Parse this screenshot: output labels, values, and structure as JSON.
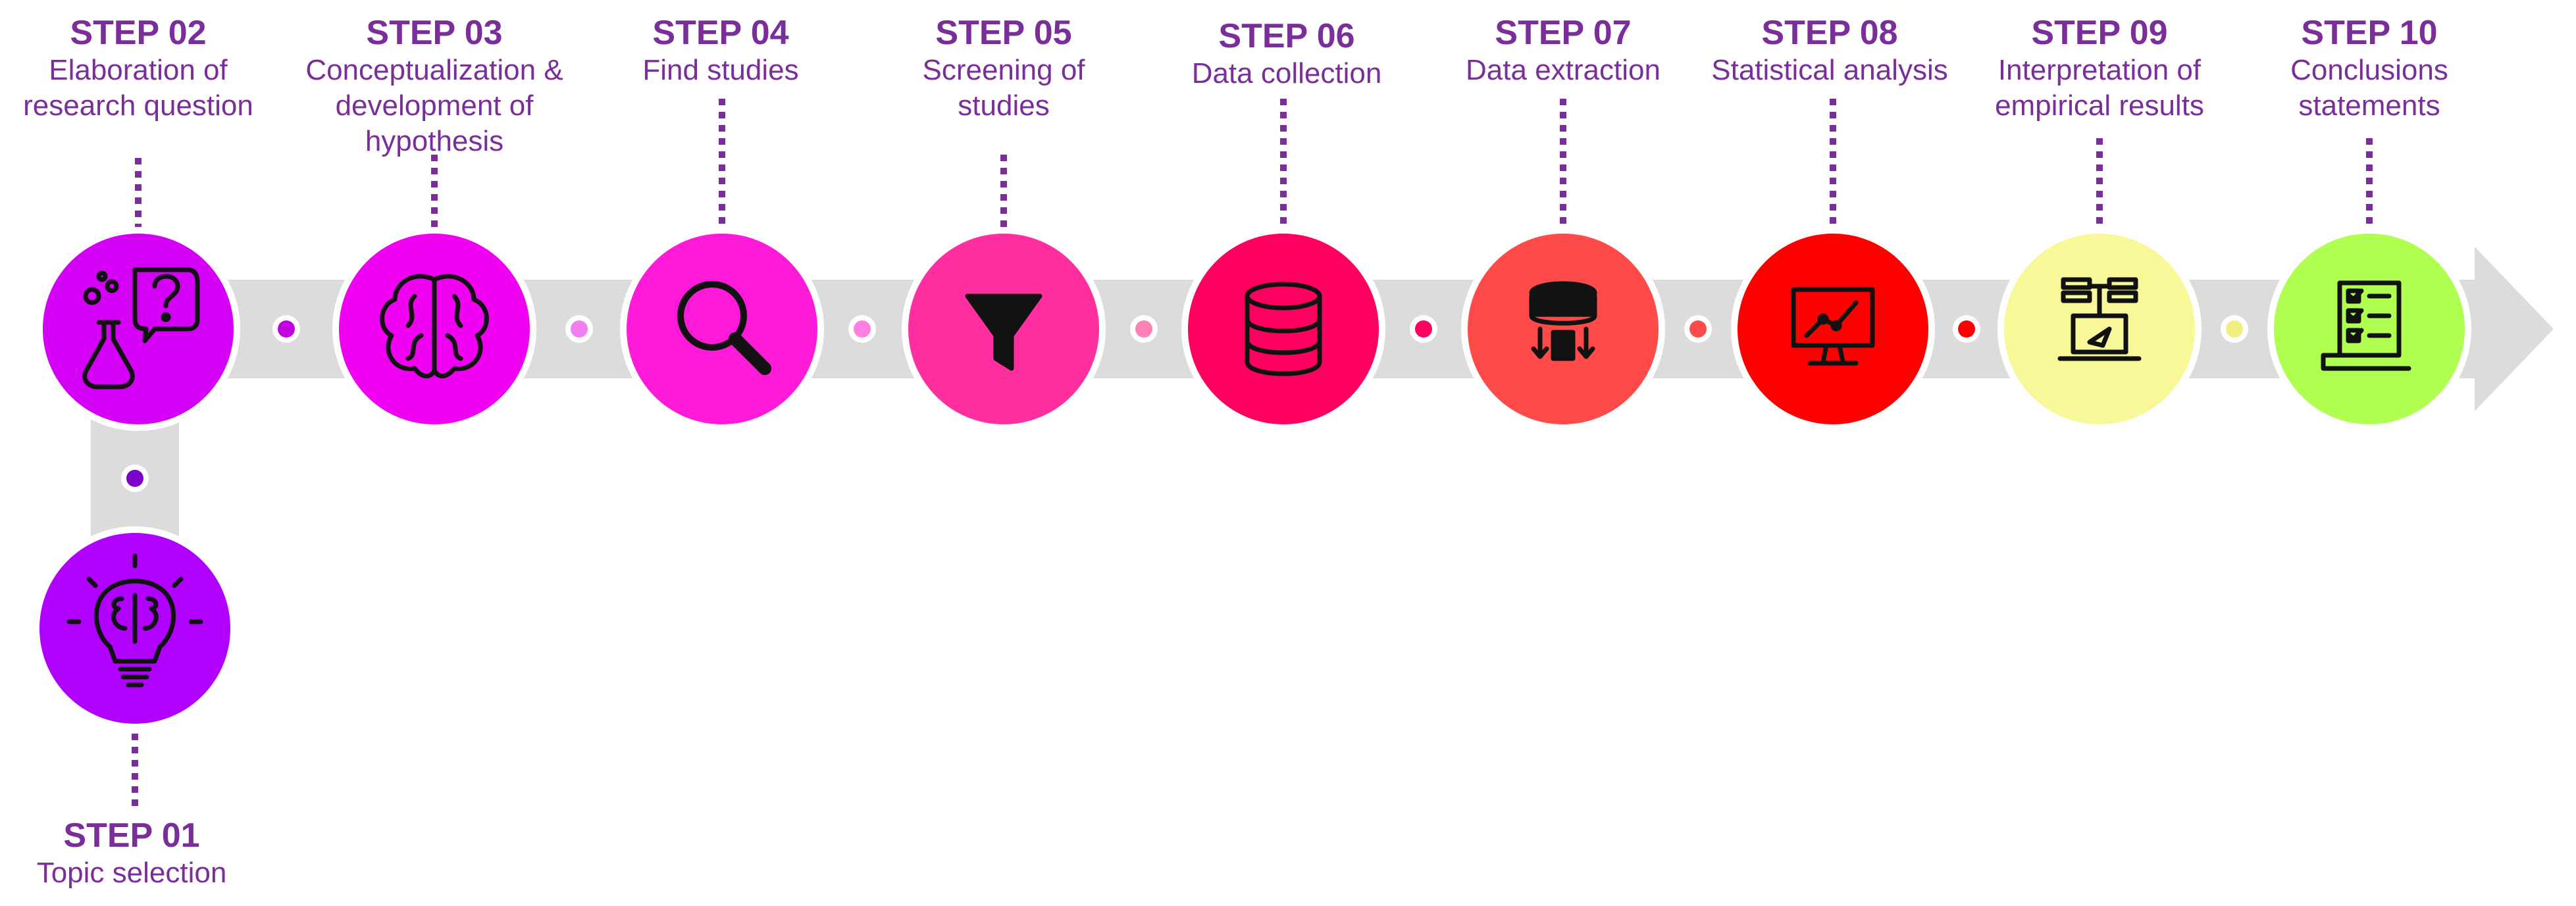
{
  "colors": {
    "arrow": "#dcdcdc",
    "text": "#7a2e9a",
    "connector": "#7a2e9a"
  },
  "steps": [
    {
      "id": "step01",
      "title": "STEP 01",
      "desc": "Topic selection",
      "color": "#b000ff",
      "dot": "#7a00cc",
      "icon": "lightbulb-brain-icon"
    },
    {
      "id": "step02",
      "title": "STEP 02",
      "desc": "Elaboration of\nresearch question",
      "color": "#d400f5",
      "dot": "#c000e0",
      "icon": "science-question-icon"
    },
    {
      "id": "step03",
      "title": "STEP 03",
      "desc": "Conceptualization &\ndevelopment of\nhypothesis",
      "color": "#f000f0",
      "dot": "#f080f0",
      "icon": "brain-icon"
    },
    {
      "id": "step04",
      "title": "STEP 04",
      "desc": "Find studies",
      "color": "#ff1ad8",
      "dot": "#ff80e0",
      "icon": "magnifier-icon"
    },
    {
      "id": "step05",
      "title": "STEP 05",
      "desc": "Screening of\nstudies",
      "color": "#ff2fa0",
      "dot": "#ff80b8",
      "icon": "funnel-icon"
    },
    {
      "id": "step06",
      "title": "STEP 06",
      "desc": "Data collection",
      "color": "#ff0060",
      "dot": "#ff0060",
      "icon": "database-icon"
    },
    {
      "id": "step07",
      "title": "STEP 07",
      "desc": "Data extraction",
      "color": "#ff4a4a",
      "dot": "#ff4a4a",
      "icon": "data-extraction-icon"
    },
    {
      "id": "step08",
      "title": "STEP 08",
      "desc": "Statistical analysis",
      "color": "#ff0000",
      "dot": "#ff0000",
      "icon": "chart-monitor-icon"
    },
    {
      "id": "step09",
      "title": "STEP 09",
      "desc": "Interpretation of\nempirical results",
      "color": "#f8f898",
      "dot": "#f0f080",
      "icon": "laptop-network-icon"
    },
    {
      "id": "step10",
      "title": "STEP 10",
      "desc": "Conclusions\nstatements",
      "color": "#b0ff50",
      "dot": "#c0ff70",
      "icon": "checklist-icon"
    }
  ]
}
